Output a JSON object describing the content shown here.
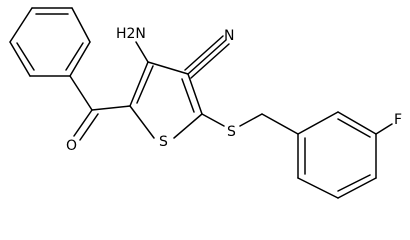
{
  "molecule": {
    "atoms": {
      "amino": "H2N",
      "nitrile_n": "N",
      "carbonyl_o": "O",
      "ring_s": "S",
      "thioether_s": "S",
      "fluorine": "F"
    }
  }
}
